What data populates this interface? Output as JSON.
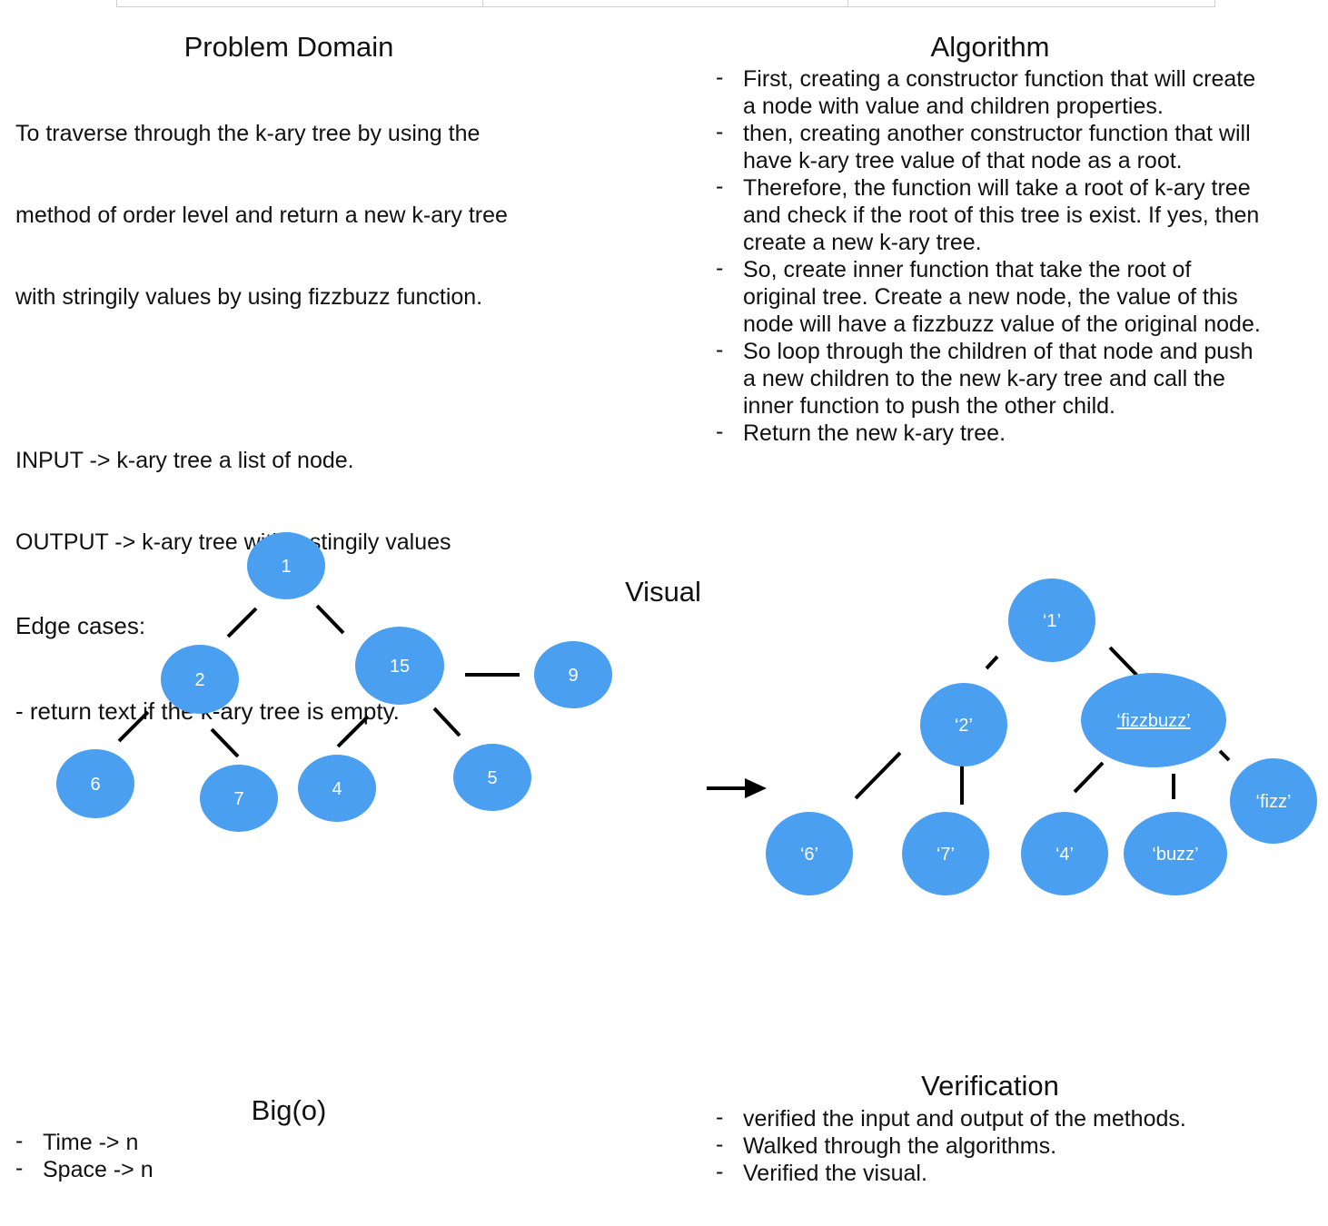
{
  "problem_domain": {
    "title": "Problem Domain",
    "description_lines": [
      "To traverse through the k-ary tree by using the",
      "method of order level and return a new k-ary tree",
      "with stringily values by using fizzbuzz function."
    ],
    "input": "INPUT -> k-ary tree a list of node.",
    "output": "OUTPUT -> k-ary tree with a stingily values",
    "edge_title": "Edge cases:",
    "edge_item": "- return text if the k-ary tree is empty."
  },
  "algorithm": {
    "title": "Algorithm",
    "steps": [
      "First, creating a constructor function that will create a node with value and children properties.",
      "then, creating another constructor function that will have k-ary tree value of that node as a root.",
      "Therefore, the function will take a root of k-ary tree and check if the root of this tree is exist. If yes, then create a new k-ary tree.",
      "So, create inner function that take the root of original tree. Create a new node, the value of this node will have a fizzbuzz value of the original node.",
      " So loop through the children of that node and push a new children to the new k-ary tree and call the inner function to push the other child.",
      " Return the new k-ary tree."
    ]
  },
  "visual": {
    "title": "Visual",
    "node_color": "#4a9ff0",
    "input_tree_nodes": [
      "1",
      "2",
      "15",
      "9",
      "6",
      "7",
      "4",
      "5"
    ],
    "output_tree_nodes": [
      "‘1’",
      "‘2’",
      "‘fizzbuzz’",
      "‘fizz’",
      "‘6’",
      "‘7’",
      "‘4’",
      "‘buzz’"
    ]
  },
  "bigo": {
    "title": "Big(o)",
    "items": [
      "Time -> n",
      "Space -> n"
    ]
  },
  "verification": {
    "title": "Verification",
    "items": [
      "verified the input and output of the methods.",
      "Walked through the algorithms.",
      "Verified the visual."
    ]
  }
}
